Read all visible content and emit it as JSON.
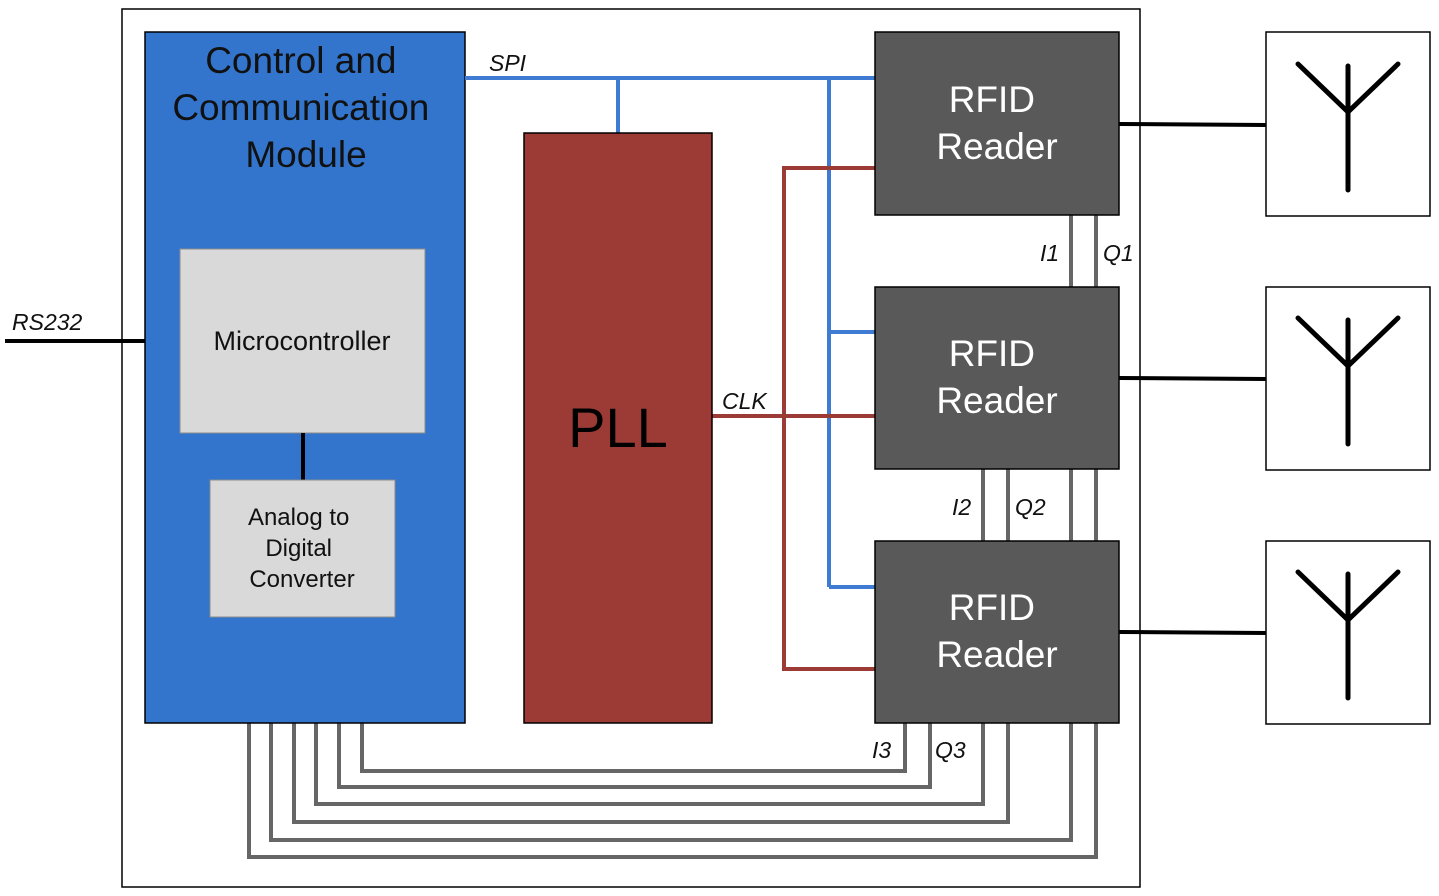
{
  "colors": {
    "control_module": "#3375cd",
    "pll": "#9c3b35",
    "reader": "#595959",
    "micro": "#d9d9d9",
    "spi_line": "#3f7bd2",
    "clk_line": "#9c3b35",
    "iq_line": "#666666",
    "wire": "#000000"
  },
  "control_module": {
    "lines": [
      "Control and",
      "Communication",
      "Module"
    ]
  },
  "microcontroller": {
    "label": "Microcontroller"
  },
  "adc": {
    "lines": [
      "Analog to",
      "Digital",
      "Converter"
    ]
  },
  "pll": {
    "label": "PLL"
  },
  "readers": [
    {
      "lines": [
        "RFID",
        "Reader"
      ]
    },
    {
      "lines": [
        "RFID",
        "Reader"
      ]
    },
    {
      "lines": [
        "RFID",
        "Reader"
      ]
    }
  ],
  "signals": {
    "spi": "SPI",
    "clk": "CLK",
    "rs232": "RS232",
    "i1": "I1",
    "q1": "Q1",
    "i2": "I2",
    "q2": "Q2",
    "i3": "I3",
    "q3": "Q3"
  },
  "antennas": [
    {
      "icon": "antenna-icon"
    },
    {
      "icon": "antenna-icon"
    },
    {
      "icon": "antenna-icon"
    }
  ]
}
